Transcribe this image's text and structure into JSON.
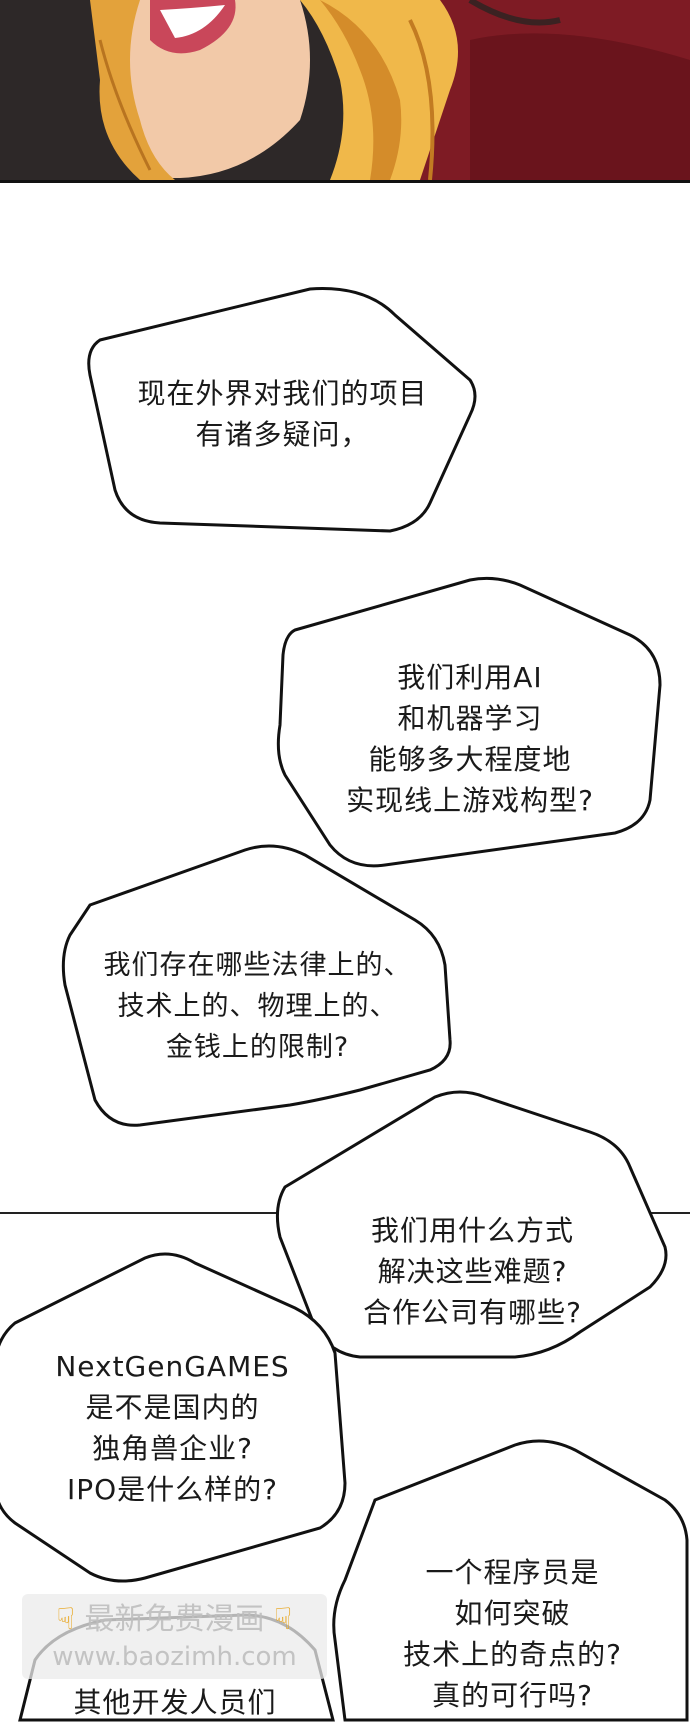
{
  "bubbles": {
    "b1": [
      "现在外界对我们的项目",
      "有诸多疑问，"
    ],
    "b2": [
      "我们利用AI",
      "和机器学习",
      "能够多大程度地",
      "实现线上游戏构型?"
    ],
    "b3": [
      "我们存在哪些法律上的、",
      "技术上的、物理上的、",
      "金钱上的限制?"
    ],
    "b4": [
      "我们用什么方式",
      "解决这些难题?",
      "合作公司有哪些?"
    ],
    "b5": [
      "NextGenGAMES",
      "是不是国内的",
      "独角兽企业?",
      "IPO是什么样的?"
    ],
    "b6": [
      "一个程序员是",
      "如何突破",
      "技术上的奇点的?",
      "真的可行吗?"
    ],
    "b7": [
      "其他开发人员们"
    ]
  },
  "watermark": {
    "line1": "最新免费漫画",
    "line2": "www.baozimh.com",
    "icon": "pointing-down-hand-icon"
  },
  "colors": {
    "ink": "#1a1a1a",
    "hair": "#e0a640",
    "shirt": "#8a1a22"
  }
}
